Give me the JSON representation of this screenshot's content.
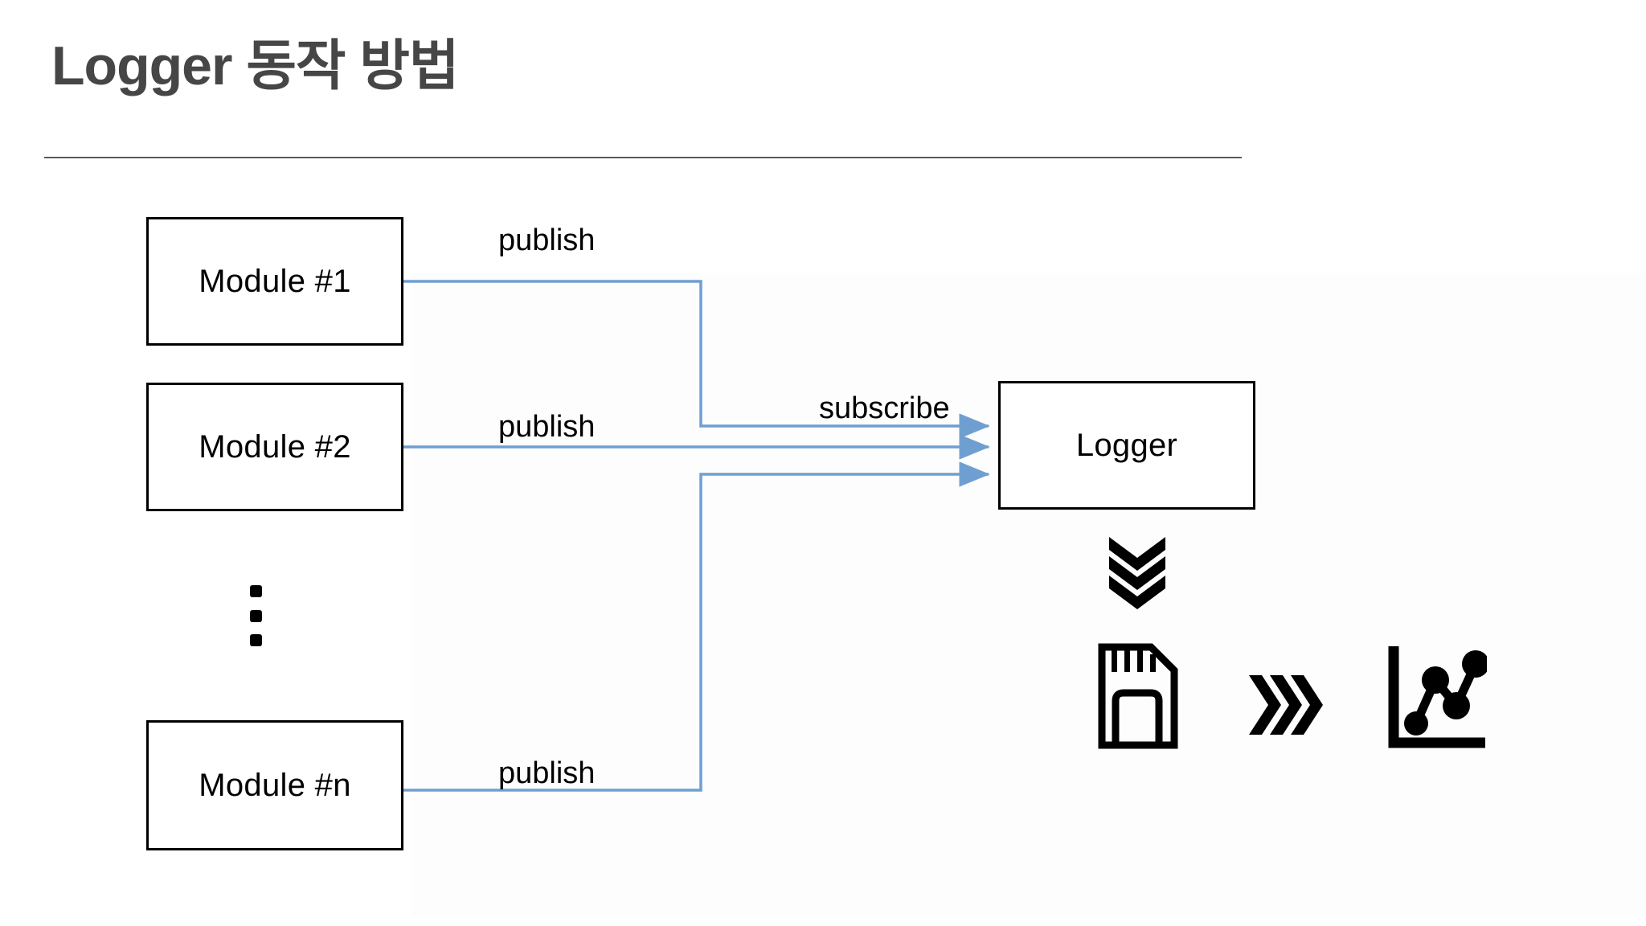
{
  "slide": {
    "title": "Logger 동작 방법",
    "background_color": "#ffffff",
    "title_color": "#464646",
    "rule_color": "#5a5a5a",
    "accent_color": "#6f9fd0",
    "node_border_color": "#000000",
    "icon_color": "#000000"
  },
  "nodes": [
    {
      "id": "module-1",
      "label": "Module #1"
    },
    {
      "id": "module-2",
      "label": "Module #2"
    },
    {
      "id": "module-n",
      "label": "Module #n"
    },
    {
      "id": "logger",
      "label": "Logger"
    }
  ],
  "edges": [
    {
      "from": "module-1",
      "to": "logger",
      "label": "publish",
      "style": "elbow",
      "arrow": true
    },
    {
      "from": "module-2",
      "to": "logger",
      "label": "publish",
      "style": "straight",
      "arrow": true
    },
    {
      "from": "module-n",
      "to": "logger",
      "label": "publish",
      "style": "elbow",
      "arrow": true
    },
    {
      "from": "modules",
      "to": "logger",
      "label": "subscribe",
      "style": "annotation",
      "arrow": false
    }
  ],
  "edge_labels": {
    "publish_1": "publish",
    "publish_2": "publish",
    "publish_n": "publish",
    "subscribe": "subscribe"
  },
  "ellipsis": {
    "glyph": "vertical-ellipsis",
    "dot_count": 3,
    "meaning": "more modules"
  },
  "icons": [
    {
      "name": "chevrons-down-icon",
      "meaning": "data flows down into storage"
    },
    {
      "name": "sd-card-icon",
      "meaning": "log file storage"
    },
    {
      "name": "chevrons-right-icon",
      "meaning": "data flows right to analysis"
    },
    {
      "name": "line-chart-icon",
      "meaning": "plot / visualization of logged data"
    }
  ]
}
